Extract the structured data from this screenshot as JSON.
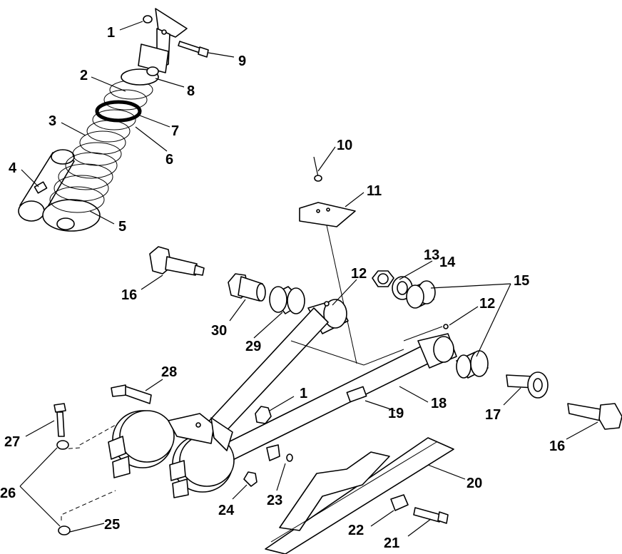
{
  "diagram": {
    "callouts": [
      {
        "id": "c1a",
        "text": "1"
      },
      {
        "id": "c9",
        "text": "9"
      },
      {
        "id": "c2",
        "text": "2"
      },
      {
        "id": "c8",
        "text": "8"
      },
      {
        "id": "c3",
        "text": "3"
      },
      {
        "id": "c7",
        "text": "7"
      },
      {
        "id": "c6",
        "text": "6"
      },
      {
        "id": "c4",
        "text": "4"
      },
      {
        "id": "c5",
        "text": "5"
      },
      {
        "id": "c10",
        "text": "10"
      },
      {
        "id": "c11",
        "text": "11"
      },
      {
        "id": "c13",
        "text": "13"
      },
      {
        "id": "c14",
        "text": "14"
      },
      {
        "id": "c15",
        "text": "15"
      },
      {
        "id": "c12a",
        "text": "12"
      },
      {
        "id": "c12b",
        "text": "12"
      },
      {
        "id": "c16a",
        "text": "16"
      },
      {
        "id": "c30",
        "text": "30"
      },
      {
        "id": "c29",
        "text": "29"
      },
      {
        "id": "c28",
        "text": "28"
      },
      {
        "id": "c1b",
        "text": "1"
      },
      {
        "id": "c18",
        "text": "18"
      },
      {
        "id": "c19",
        "text": "19"
      },
      {
        "id": "c17",
        "text": "17"
      },
      {
        "id": "c16b",
        "text": "16"
      },
      {
        "id": "c27",
        "text": "27"
      },
      {
        "id": "c26",
        "text": "26"
      },
      {
        "id": "c25",
        "text": "25"
      },
      {
        "id": "c24",
        "text": "24"
      },
      {
        "id": "c23",
        "text": "23"
      },
      {
        "id": "c20",
        "text": "20"
      },
      {
        "id": "c22",
        "text": "22"
      },
      {
        "id": "c21",
        "text": "21"
      }
    ]
  }
}
